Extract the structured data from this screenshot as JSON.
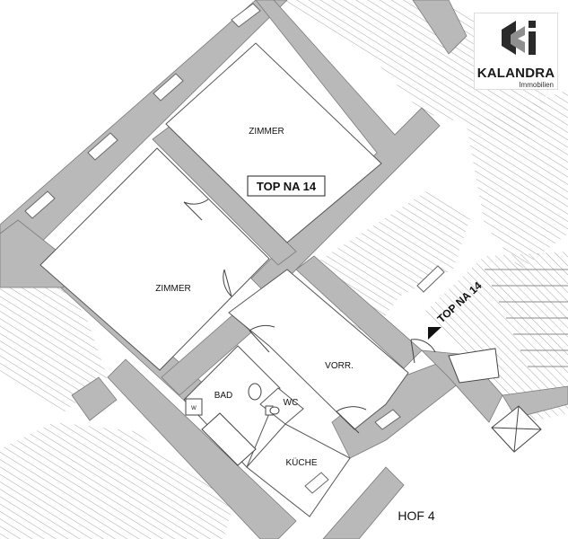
{
  "logo": {
    "name": "KALANDRA",
    "subtitle": "Immobilien"
  },
  "unit_labels": {
    "main": "TOP NA 14",
    "entrance": "TOP NA 14"
  },
  "rooms": {
    "zimmer_upper": "ZIMMER",
    "zimmer_lower": "ZIMMER",
    "vorraum": "VORR.",
    "bad": "BAD",
    "wc": "WC",
    "kueche": "KÜCHE",
    "hof": "HOF 4",
    "washer_mark": "W"
  },
  "colors": {
    "wall": "#b9b9b9",
    "wall_edge": "#7a7a7a",
    "hatch": "#a8a8a8",
    "line": "#333333",
    "logo_dark": "#2a2a2a",
    "logo_grey": "#8f8f8f"
  }
}
